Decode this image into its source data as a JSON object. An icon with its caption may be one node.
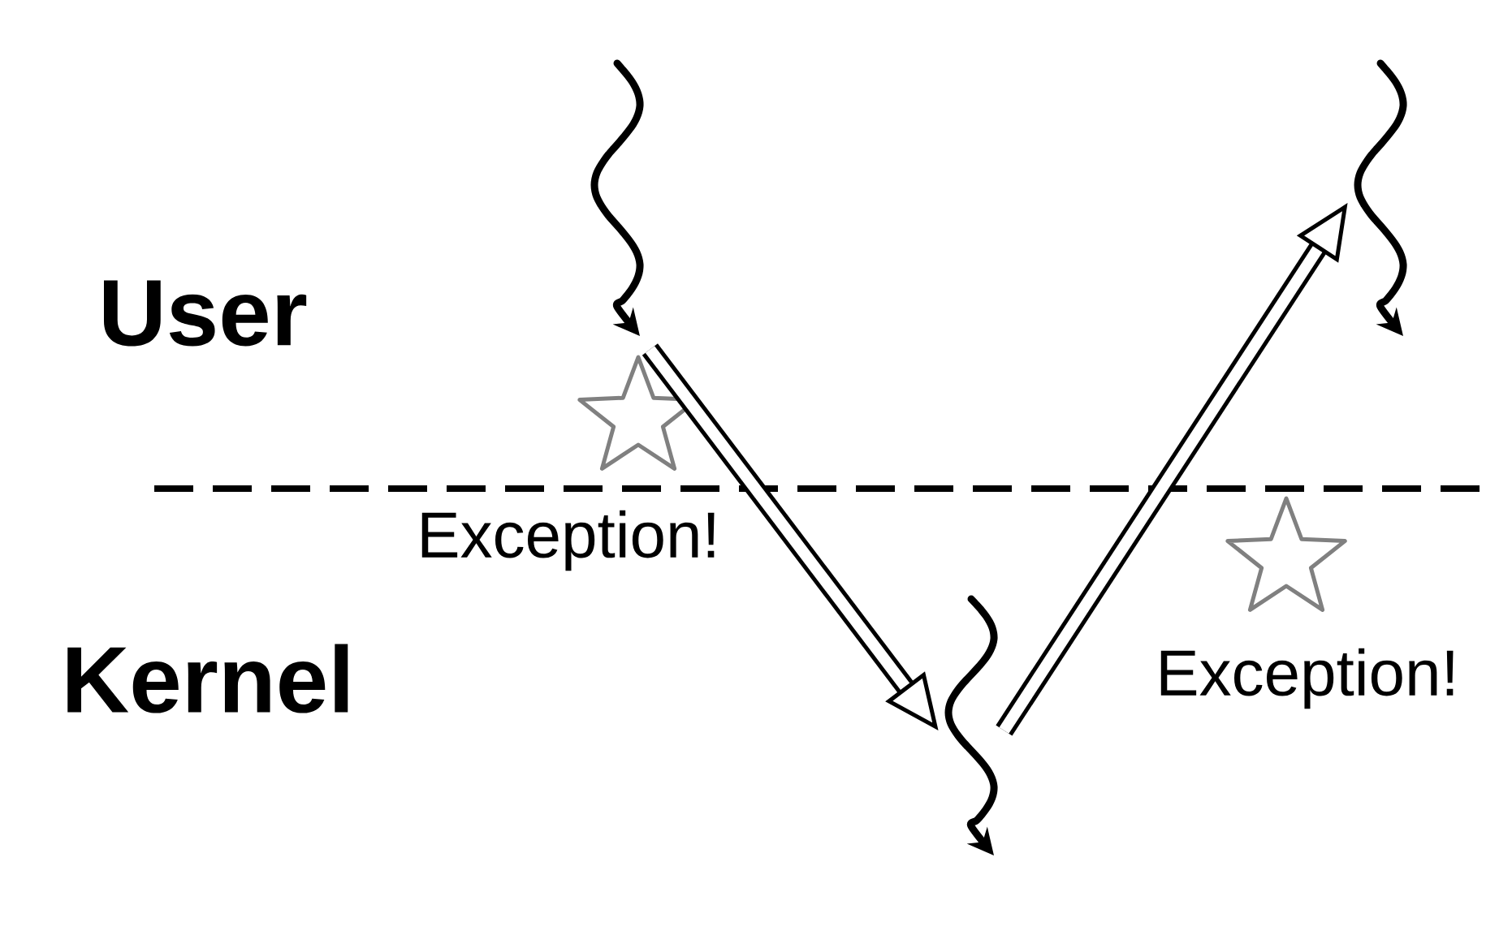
{
  "diagram": {
    "nodes": [
      {
        "text": [],
        "shape": "squiggle"
      },
      {
        "text": [],
        "shape": "squiggle"
      },
      {
        "text": [],
        "shape": "squiggle"
      }
    ],
    "edges": [
      {
        "from": 0,
        "to": 1,
        "arrow": "to"
      },
      {
        "from": 1,
        "to": 2,
        "arrow": "to"
      }
    ],
    "labels": [
      "User",
      "Kernel",
      "Exception!",
      "Exception!"
    ]
  }
}
